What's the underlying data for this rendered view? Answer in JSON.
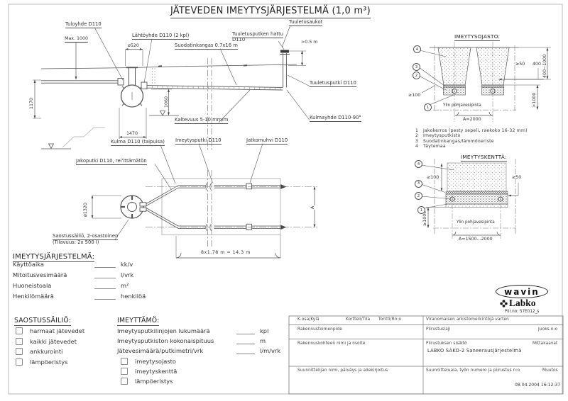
{
  "title": "JÄTEVEDEN IMEYTYSJÄRJESTELMÄ (1,0 m³)",
  "profile": {
    "tuloyhde": "Tuloyhde D110",
    "max1000": "Max. 1000",
    "lahtoyhde": "Lähtöyhde D110 (2 kpl)",
    "d520": "ø520",
    "suodatinkangas": "Suodatinkangas 0.7x16 m",
    "hattu1": "Tuuletusputken hattu",
    "hattu2": "D110",
    "tuuletusaukot": "Tuuletusaukot",
    "gt05": ">0.5 m",
    "tuuletusputki": "Tuuletusputki D110",
    "kulmayhde": "Kulmayhde D110-90°",
    "kaltevuus": "Kaltevuus 5-10 mm/m",
    "dim1170": "1170",
    "dim1060": "1060",
    "dim1470": "1470",
    "kulma": "Kulma D110 (taipuisa)",
    "imeytysputki": "Imeytysputki D110",
    "jatkomuhvi": "Jatkomuhvi D110",
    "jakoputki": "Jakoputki D110, rei'ittämätön"
  },
  "plan": {
    "d1320": "ø1320",
    "saostus1": "Saostussäiliö, 2-osastoinen",
    "saostus2": "(Tilavuus: 2x 500 l)",
    "bottom_dim": "8x1.78 m  =  14.3 m",
    "a": "A"
  },
  "callouts": {
    "n1": "1",
    "n2": "2",
    "n3": "3",
    "n4": "4"
  },
  "ojasto": {
    "heading": "IMEYTYSOJASTO:",
    "ylin": "Ylin pohjavesipinta",
    "ge100": "≥100",
    "ge50": "≥50",
    "d400": "400",
    "range": "400~1000",
    "gt1000": ">1000",
    "a2000": "A=2000"
  },
  "legend": {
    "items": [
      {
        "n": "1",
        "text": "Jakokerros  (pesty sepeli, raekoko 16-32 mm)"
      },
      {
        "n": "2",
        "text": "Imeytysputkisto"
      },
      {
        "n": "3",
        "text": "Suodatinkangas/lämmöneriste"
      },
      {
        "n": "4",
        "text": "Täytemaa"
      }
    ]
  },
  "kentta": {
    "heading": "IMEYTYSKENTTÄ:",
    "ge100": "≥100",
    "ge50": "≥50",
    "ge1000": "≥1000",
    "ylin": "Ylin pohjavesipinta",
    "a": "A=1500...2000"
  },
  "forms": {
    "system": {
      "heading": "IMEYTYSJÄRJESTELMÄ:",
      "rows": [
        {
          "label": "Käyttöaika",
          "unit": "kk/v"
        },
        {
          "label": "Mitoitusvesimäärä",
          "unit": "l/vrk"
        },
        {
          "label": "Huoneistoala",
          "unit": "m²"
        },
        {
          "label": "Henkilömäärä",
          "unit": "henkilöä"
        }
      ]
    },
    "saostus": {
      "heading": "SAOSTUSSÄILIÖ:",
      "items": [
        "harmaat jätevedet",
        "kaikki jätevedet",
        "ankkurointi",
        "lämpöeristys"
      ]
    },
    "imeyttamo": {
      "heading": "IMEYTTÄMÖ:",
      "rows": [
        {
          "label": "Imeytysputkilinjojen lukumäärä",
          "unit": "kpl"
        },
        {
          "label": "Imeytysputkiston kokonaispituus",
          "unit": "m"
        },
        {
          "label": "Jätevesimäärä/putkimetri/vrk",
          "unit": "l/m/vrk"
        }
      ],
      "items": [
        "imeytysojasto",
        "imeytyskenttä",
        "lämpöeristys"
      ]
    }
  },
  "logo": {
    "wavin": "wavin",
    "labko": "Labko",
    "piirno": "Piir.no: 57E012_s"
  },
  "titleblock": {
    "kosa": "K.osa/Kylä",
    "kortteli": "Kortteli/Tila",
    "tontti": "Tontti/Rn:o",
    "viranomaisen": "Viranomaisen arkistomerkintöjä varten",
    "rakennustoimenpide": "Rakennustoimenpide",
    "piirustuslaji": "Piirustuslaji",
    "juoksno": "Juoks.n:o",
    "rakennuskohteen": "Rakennuskohteen nimi ja osoite",
    "piirustuksen": "Piirustuksen sisältö",
    "mittakaavat": "Mittakaavat",
    "content": "LABKO SAKO-2  Saneerausjärjestelmä",
    "suunnittelijan": "Suunnittelijan nimi, päiväys ja allekirjoitus",
    "suunnitteluala": "Suunnitteluala, työn numero ja piirustus n:o",
    "muutos": "Muutos",
    "timestamp": "08.04.2004 16:12:37"
  }
}
